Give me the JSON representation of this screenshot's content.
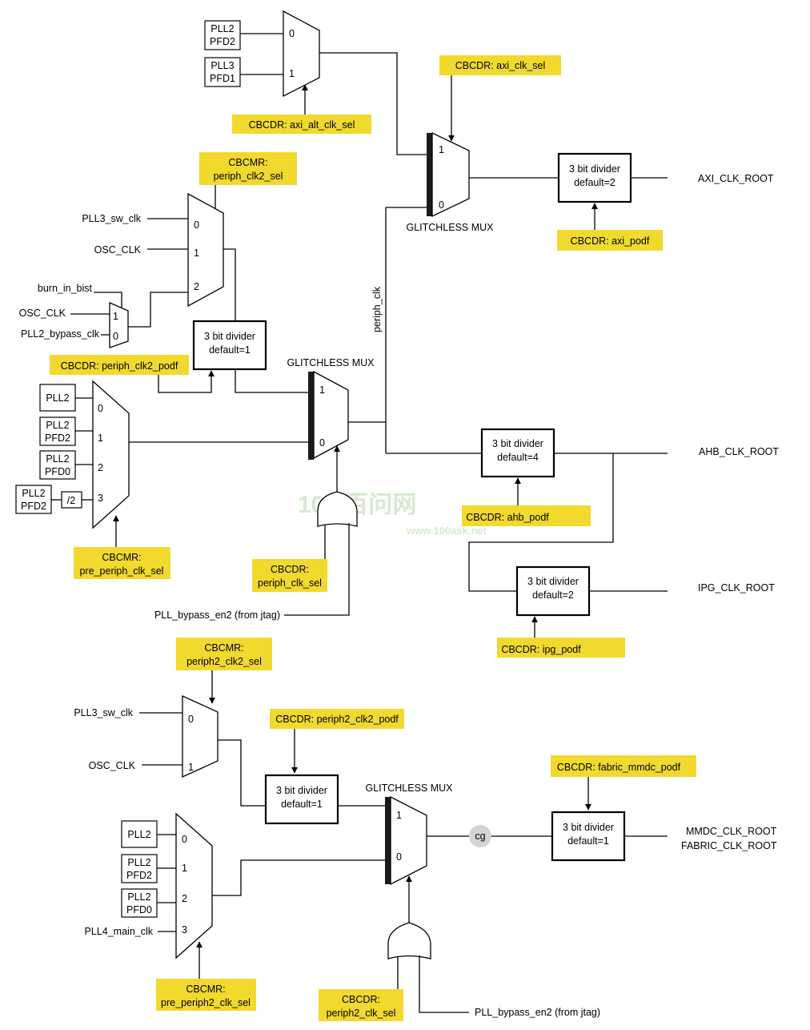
{
  "watermark": {
    "main": "100 百问网",
    "url": "www.100ask.net"
  },
  "sources": {
    "pll2_pfd2": [
      "PLL2",
      "PFD2"
    ],
    "pll3_pfd1": [
      "PLL3",
      "PFD1"
    ],
    "pll3_sw_clk": "PLL3_sw_clk",
    "osc_clk": "OSC_CLK",
    "burn_in_bist": "burn_in_bist",
    "osc_clk_2": "OSC_CLK",
    "pll2_bypass_clk": "PLL2_bypass_clk",
    "pll2": "PLL2",
    "pll2_pfd0": [
      "PLL2",
      "PFD0"
    ],
    "div2": "/2",
    "pll_bypass_en2": "PLL_bypass_en2 (from jtag)",
    "pll4_main_clk": "PLL4_main_clk"
  },
  "selects": {
    "axi_alt_clk_sel": "CBCDR: axi_alt_clk_sel",
    "axi_clk_sel": "CBCDR: axi_clk_sel",
    "axi_podf": "CBCDR: axi_podf",
    "periph_clk2_sel": [
      "CBCMR:",
      "periph_clk2_sel"
    ],
    "periph_clk2_podf": "CBCDR: periph_clk2_podf",
    "pre_periph_clk_sel": [
      "CBCMR:",
      "pre_periph_clk_sel"
    ],
    "periph_clk_sel": [
      "CBCDR:",
      "periph_clk_sel"
    ],
    "ahb_podf": "CBCDR: ahb_podf",
    "ipg_podf": "CBCDR: ipg_podf",
    "periph2_clk2_sel": [
      "CBCMR:",
      "periph2_clk2_sel"
    ],
    "periph2_clk2_podf": "CBCDR: periph2_clk2_podf",
    "fabric_mmdc_podf": "CBCDR: fabric_mmdc_podf",
    "pre_periph2_clk_sel": [
      "CBCMR:",
      "pre_periph2_clk_sel"
    ],
    "periph2_clk_sel": [
      "CBCDR:",
      "periph2_clk_sel"
    ]
  },
  "dividers": {
    "axi": [
      "3 bit divider",
      "default=2"
    ],
    "periph_clk2": [
      "3 bit divider",
      "default=1"
    ],
    "ahb": [
      "3 bit divider",
      "default=4"
    ],
    "ipg": [
      "3 bit divider",
      "default=2"
    ],
    "periph2_clk2": [
      "3 bit divider",
      "default=1"
    ],
    "fabric_mmdc": [
      "3 bit divider",
      "default=1"
    ]
  },
  "mux_labels": {
    "glitchless": "GLITCHLESS MUX",
    "inputs": [
      "0",
      "1",
      "2",
      "3"
    ]
  },
  "nets": {
    "periph_clk": "periph_clk",
    "cg": "cg"
  },
  "outputs": {
    "axi": "AXI_CLK_ROOT",
    "ahb": "AHB_CLK_ROOT",
    "ipg": "IPG_CLK_ROOT",
    "mmdc": "MMDC_CLK_ROOT",
    "fabric": "FABRIC_CLK_ROOT"
  }
}
